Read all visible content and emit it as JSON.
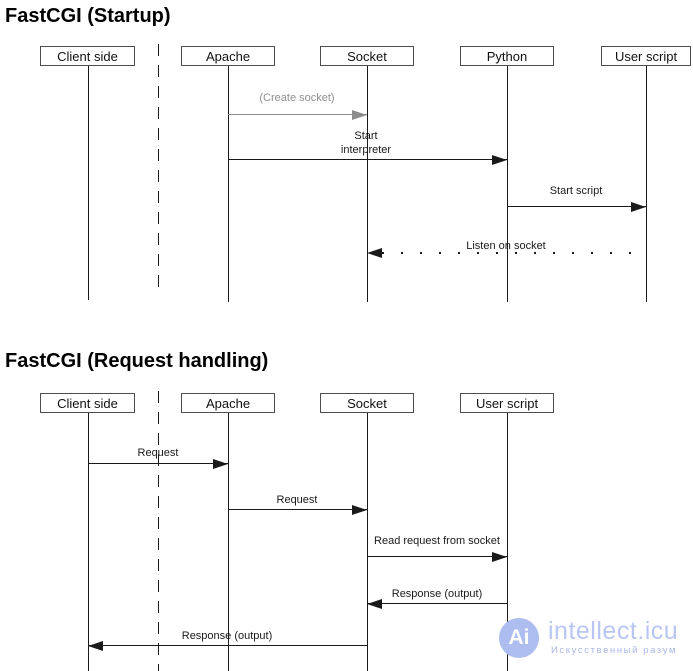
{
  "colors": {
    "line": "#1a1a1a",
    "gray_message": "#8c8c8c",
    "watermark_accent": "#b9c6f3",
    "watermark_circle": "#aebdf0"
  },
  "startup": {
    "title": "FastCGI (Startup)",
    "participants": [
      {
        "label": "Client side"
      },
      {
        "label": "Apache"
      },
      {
        "label": "Socket"
      },
      {
        "label": "Python"
      },
      {
        "label": "User script"
      }
    ],
    "messages": [
      {
        "label": "(Create socket)",
        "from": "Apache",
        "to": "Socket",
        "style": "gray-solid"
      },
      {
        "label": "Start interpreter",
        "from": "Apache",
        "to": "Python",
        "style": "solid"
      },
      {
        "label": "Start script",
        "from": "Python",
        "to": "User script",
        "style": "solid"
      },
      {
        "label": "Listen on socket",
        "from": "User script",
        "to": "Socket",
        "style": "dotted"
      }
    ]
  },
  "request_handling": {
    "title": "FastCGI (Request handling)",
    "participants": [
      {
        "label": "Client side"
      },
      {
        "label": "Apache"
      },
      {
        "label": "Socket"
      },
      {
        "label": "User script"
      }
    ],
    "messages": [
      {
        "label": "Request",
        "from": "Client side",
        "to": "Apache",
        "style": "solid"
      },
      {
        "label": "Request",
        "from": "Apache",
        "to": "Socket",
        "style": "solid"
      },
      {
        "label": "Read request from socket",
        "from": "Socket",
        "to": "User script",
        "style": "solid"
      },
      {
        "label": "Response (output)",
        "from": "User script",
        "to": "Socket",
        "style": "solid"
      },
      {
        "label": "Response (output)",
        "from": "Socket",
        "to": "Client side",
        "style": "solid"
      }
    ]
  },
  "watermark": {
    "logo": "Ai",
    "name": "intellect.icu",
    "tagline": "Искусственный разум"
  }
}
